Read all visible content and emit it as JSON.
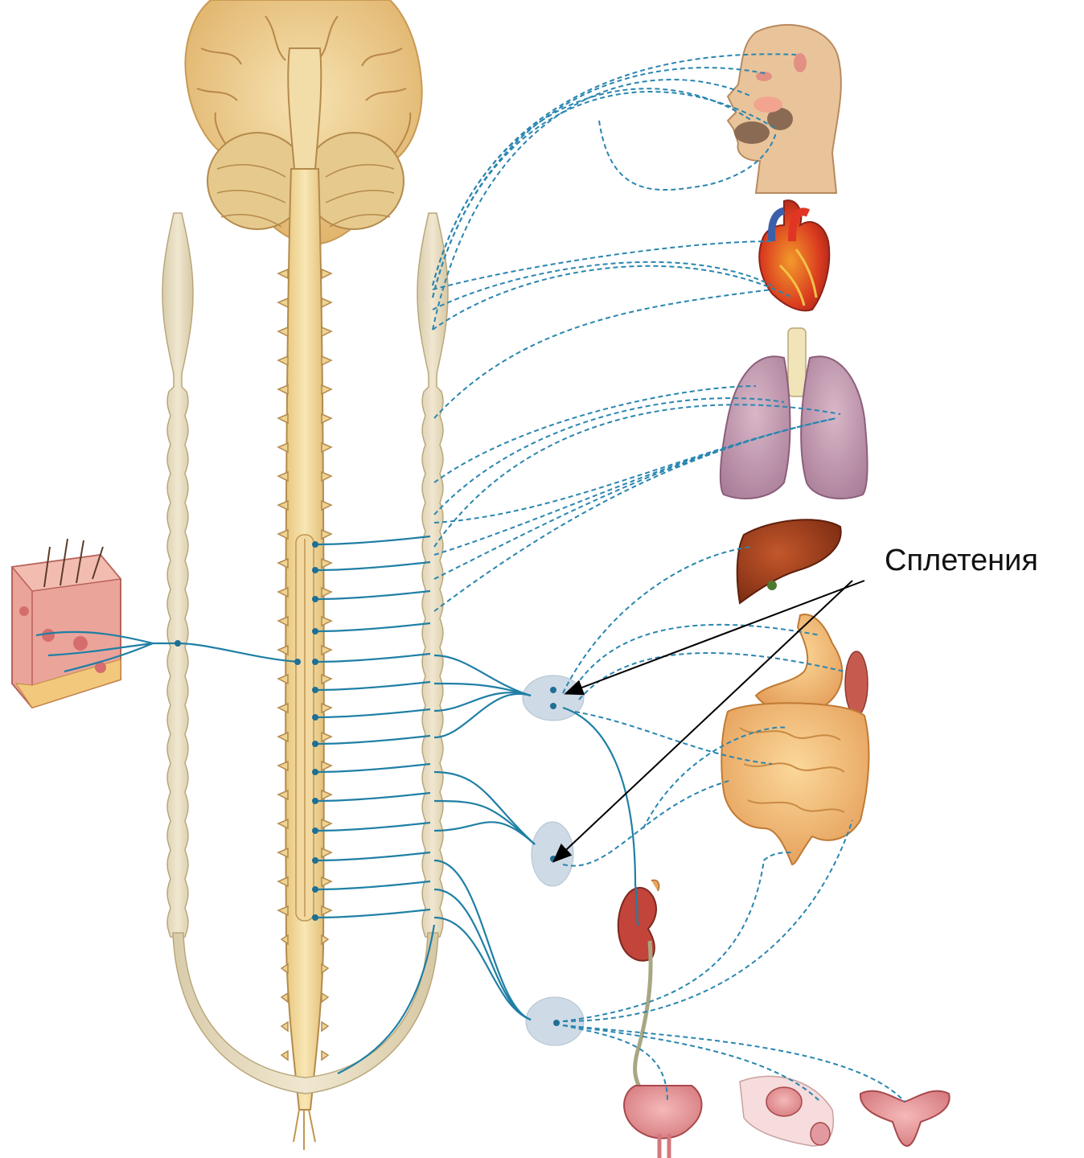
{
  "annotation": {
    "plexus_label": "Сплетения"
  },
  "colors": {
    "nerve": "#1f7fa5",
    "spinal_cord": "#f0d79a",
    "sympathetic_chain": "#e7dcc0",
    "ganglion": "#c9d7e3",
    "arrow": "#000000"
  },
  "figures": [
    "brain-underside",
    "spinal-cord",
    "left-sympathetic-chain",
    "right-sympathetic-chain",
    "skin-block",
    "head-face",
    "heart",
    "lungs",
    "liver",
    "stomach",
    "intestines",
    "kidney",
    "urinary-bladder",
    "male-reproductive-organs",
    "female-reproductive-organs",
    "celiac-ganglion",
    "superior-mesenteric-ganglion",
    "inferior-mesenteric-ganglion"
  ]
}
